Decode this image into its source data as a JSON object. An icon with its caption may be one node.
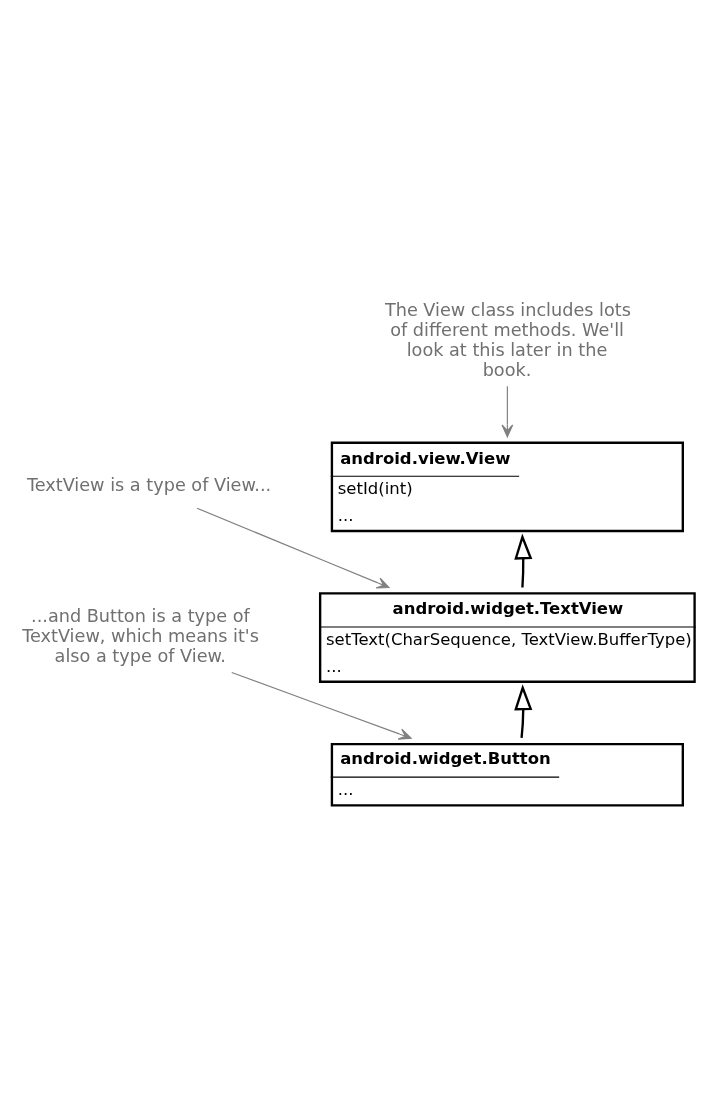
{
  "diagram": {
    "nodes": [
      {
        "text": [
          "android.view.View",
          "setId(int)",
          "..."
        ]
      },
      {
        "text": [
          "android.widget.TextView",
          "setText(CharSequence, TextView.BufferType)",
          "..."
        ]
      },
      {
        "text": [
          "android.widget.Button",
          "..."
        ]
      },
      {
        "text": [
          "The View class includes lots of different methods. We'll look at this later in the book."
        ]
      },
      {
        "text": [
          "TextView is a type of View..."
        ]
      },
      {
        "text": [
          "...and Button is a type of TextView, which means it's also a type of View."
        ]
      }
    ],
    "edges": [
      {
        "from": 3,
        "to": 0,
        "arrow": "to"
      },
      {
        "from": 1,
        "to": 0,
        "arrow": "to",
        "color": "#000000"
      },
      {
        "from": 4,
        "to": 1,
        "arrow": "to"
      },
      {
        "from": 2,
        "to": 1,
        "arrow": "to",
        "color": "#000000"
      },
      {
        "from": 5,
        "to": 2,
        "arrow": "to"
      }
    ]
  }
}
